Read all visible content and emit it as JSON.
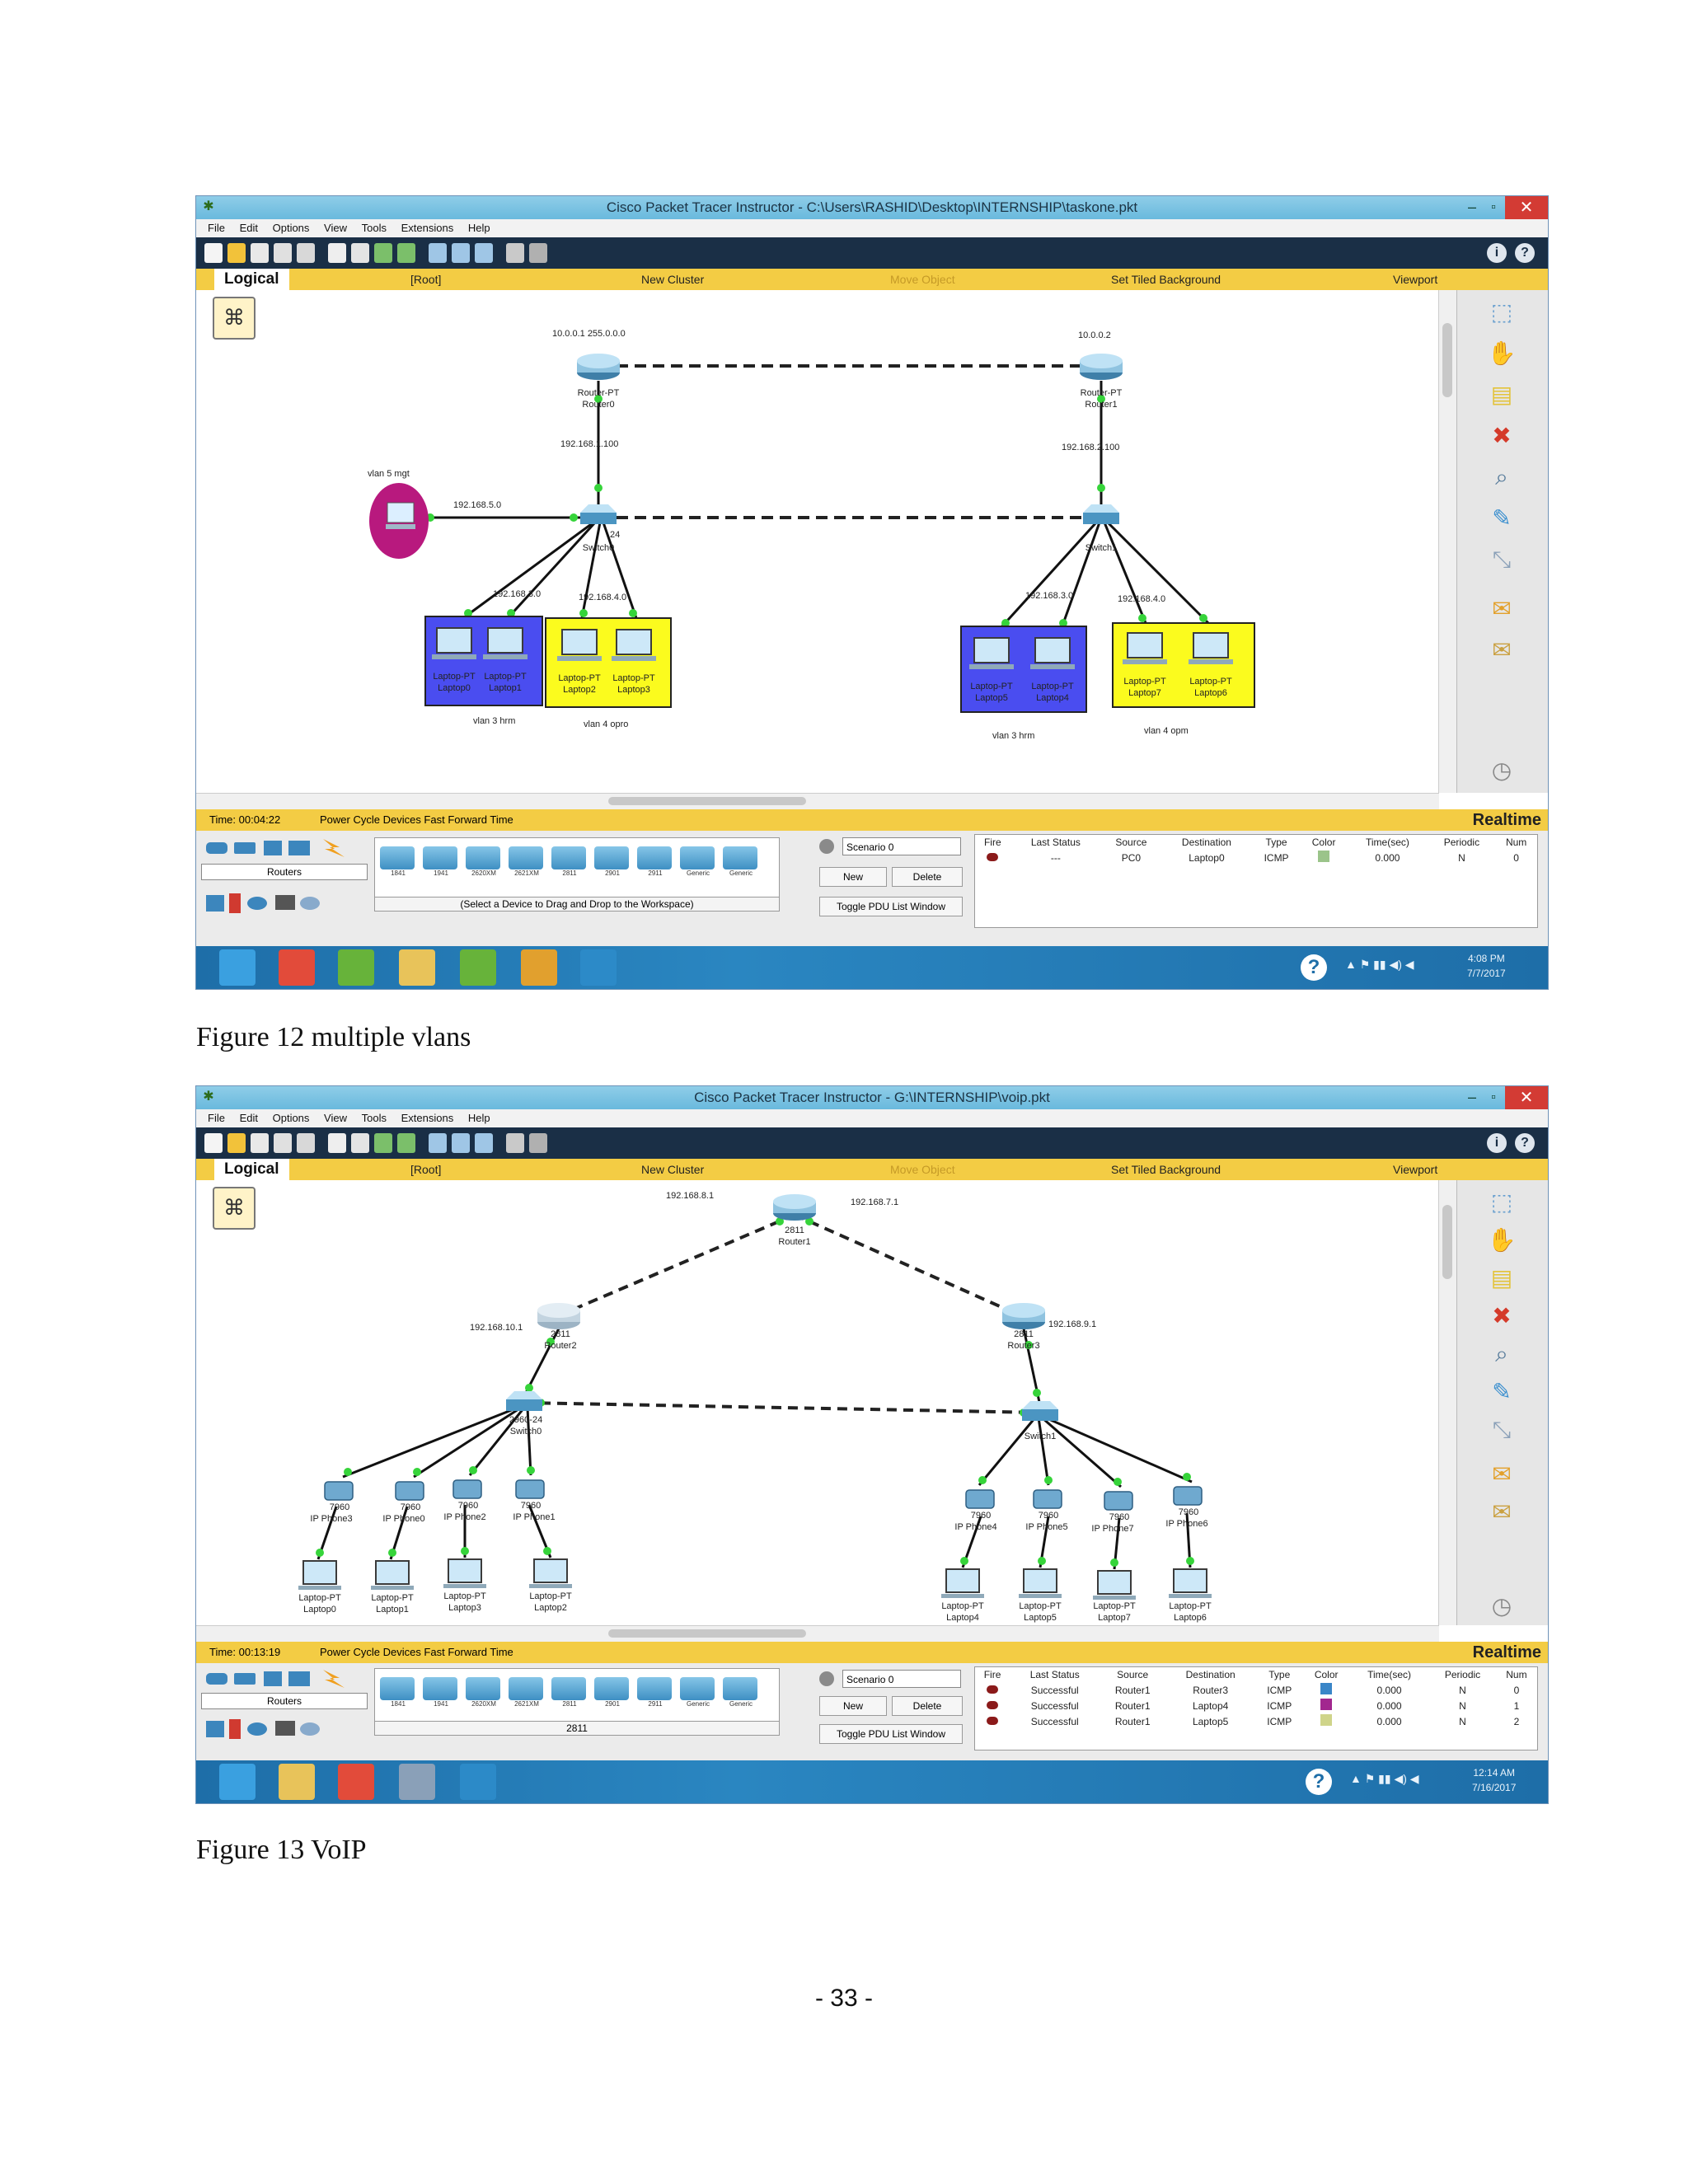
{
  "app": {
    "menu": [
      "File",
      "Edit",
      "Options",
      "View",
      "Tools",
      "Extensions",
      "Help"
    ],
    "navbar": {
      "logical": "Logical",
      "root": "[Root]",
      "new_cluster": "New Cluster",
      "move_object": "Move Object",
      "tiled_bg": "Set Tiled Background",
      "viewport": "Viewport"
    },
    "status": {
      "power_cycle": "Power Cycle Devices  Fast Forward Time",
      "mode": "Realtime"
    },
    "device_category_label": "Routers",
    "device_models": [
      "1841",
      "1941",
      "2620XM",
      "2621XM",
      "2811",
      "2901",
      "2911",
      "Generic",
      "Generic"
    ],
    "scenario": "Scenario 0",
    "buttons": {
      "new": "New",
      "delete": "Delete",
      "toggle_pdu": "Toggle PDU List Window"
    },
    "pdu_headers": [
      "Fire",
      "Last Status",
      "Source",
      "Destination",
      "Type",
      "Color",
      "Time(sec)",
      "Periodic",
      "Num"
    ],
    "icons": {
      "logo": "packet-tracer-logo",
      "help": "help-icon",
      "select": "select-icon",
      "hand": "hand-icon",
      "note": "note-icon",
      "delete": "delete-icon",
      "zoom": "inspect-icon",
      "draw": "draw-icon",
      "resize": "resize-icon",
      "simple_pdu": "simple-pdu-icon",
      "complex_pdu": "complex-pdu-icon"
    }
  },
  "figure1": {
    "title": "Cisco Packet Tracer Instructor - C:\\Users\\RASHID\\Desktop\\INTERNSHIP\\taskone.pkt",
    "time": "Time: 00:04:22",
    "device_hint": "(Select a Device to Drag and Drop to the Workspace)",
    "pdu_rows": [
      {
        "last_status": "---",
        "source": "PC0",
        "destination": "Laptop0",
        "type": "ICMP",
        "color": "#9bc48a",
        "time": "0.000",
        "periodic": "N",
        "num": "0"
      }
    ],
    "clock": {
      "time": "4:08 PM",
      "date": "7/7/2017"
    },
    "labels": {
      "r0_ip": "10.0.0.1 255.0.0.0",
      "r1_ip": "10.0.0.2",
      "r0_model": "Router-PT",
      "r0_name": "Router0",
      "r1_model": "Router-PT",
      "r1_name": "Router1",
      "r0_sub": "192.168.1.100",
      "r1_sub": "192.168.2.100",
      "vlan5": "vlan 5 mgt",
      "net5": "192.168.5.0",
      "sw0_tag": "24",
      "sw0_name": "Switch0",
      "sw1_name": "Switch1",
      "left_net3": "192.168.3.0",
      "left_net4": "192.168.4.0",
      "right_net3": "192.168.3.0",
      "right_net4": "192.168.4.0",
      "lap_model": "Laptop-PT",
      "lap0": "Laptop0",
      "lap1": "Laptop1",
      "lap2": "Laptop2",
      "lap3": "Laptop3",
      "lap5": "Laptop5",
      "lap4": "Laptop4",
      "lap7": "Laptop7",
      "lap6": "Laptop6",
      "vlan3_left": "vlan 3 hrm",
      "vlan4_left": "vlan 4 opro",
      "vlan3_right": "vlan 3 hrm",
      "vlan4_right": "vlan 4 opm"
    }
  },
  "figure2": {
    "title": "Cisco Packet Tracer Instructor - G:\\INTERNSHIP\\voip.pkt",
    "time": "Time: 00:13:19",
    "device_hint": "2811",
    "pdu_rows": [
      {
        "last_status": "Successful",
        "source": "Router1",
        "destination": "Router3",
        "type": "ICMP",
        "color": "#3a86c8",
        "time": "0.000",
        "periodic": "N",
        "num": "0"
      },
      {
        "last_status": "Successful",
        "source": "Router1",
        "destination": "Laptop4",
        "type": "ICMP",
        "color": "#a2278f",
        "time": "0.000",
        "periodic": "N",
        "num": "1"
      },
      {
        "last_status": "Successful",
        "source": "Router1",
        "destination": "Laptop5",
        "type": "ICMP",
        "color": "#cfd48a",
        "time": "0.000",
        "periodic": "N",
        "num": "2"
      }
    ],
    "clock": {
      "time": "12:14 AM",
      "date": "7/16/2017"
    },
    "labels": {
      "r1_ip_left": "192.168.8.1",
      "r1_ip_right": "192.168.7.1",
      "r1_model": "2811",
      "r1_name": "Router1",
      "r2_ip": "192.168.10.1",
      "r2_model": "2811",
      "r2_name": "Router2",
      "r3_ip": "192.168.9.1",
      "r3_model": "2811",
      "r3_name": "Router3",
      "sw0_tag": "2960-24",
      "sw0_name": "Switch0",
      "sw1_name": "Switch1",
      "phone_model": "7960",
      "ph3": "IP Phone3",
      "ph0": "IP Phone0",
      "ph2": "IP Phone2",
      "ph1": "IP Phone1",
      "ph4": "IP Phone4",
      "ph5": "IP Phone5",
      "ph7": "IP Phone7",
      "ph6": "IP Phone6",
      "lap_model": "Laptop-PT",
      "lap0": "Laptop0",
      "lap1": "Laptop1",
      "lap3": "Laptop3",
      "lap2": "Laptop2",
      "lap4": "Laptop4",
      "lap5": "Laptop5",
      "lap7": "Laptop7",
      "lap6": "Laptop6"
    }
  },
  "captions": {
    "fig12": "Figure  12 multiple  vlans",
    "fig13": "Figure  13 VoIP"
  },
  "page_number": "- 33 -"
}
